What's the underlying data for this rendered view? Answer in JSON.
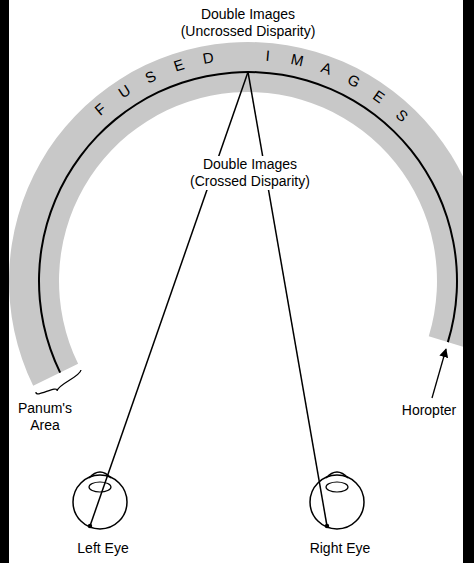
{
  "diagram": {
    "nodes": [
      {
        "text": [
          "FUSED IMAGES"
        ]
      }
    ],
    "labels": [
      "Double Images (Uncrossed Disparity)",
      "Double Images (Crossed Disparity)",
      "Panum's Area",
      "Horopter",
      "Left Eye",
      "Right Eye"
    ]
  }
}
